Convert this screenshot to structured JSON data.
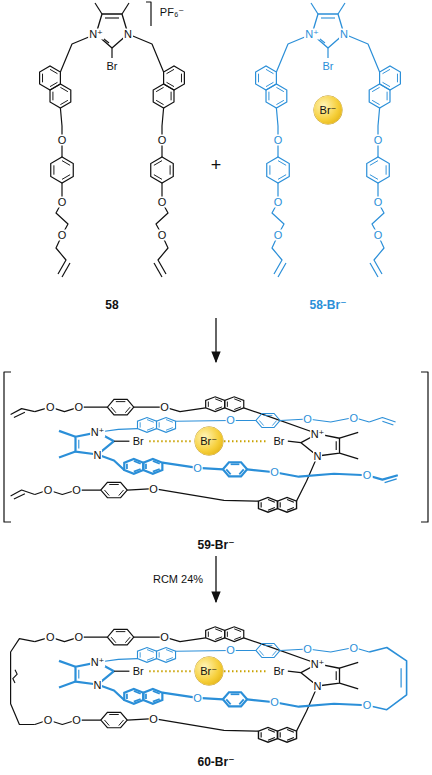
{
  "diagram": {
    "nodes": [
      {
        "text": [
          "Br⁻"
        ]
      },
      {
        "text": [
          "Br⁻"
        ]
      },
      {
        "text": [
          "Br⁻"
        ]
      }
    ],
    "labels": [
      "N⁺",
      "N",
      "Br",
      "PF₆⁻",
      "O",
      "O",
      "O",
      "O",
      "O",
      "O",
      "58",
      "N⁺",
      "N",
      "Br",
      "O",
      "O",
      "O",
      "O",
      "O",
      "O",
      "58-Br⁻",
      "+",
      "O",
      "O",
      "O",
      "O",
      "O",
      "O",
      "O",
      "O",
      "O",
      "O",
      "O",
      "O",
      "N⁺",
      "N",
      "Br",
      "Br",
      "N⁺",
      "N",
      "59-Br⁻",
      "RCM 24%",
      "O",
      "O",
      "O",
      "O",
      "O",
      "O",
      "O",
      "O",
      "O",
      "O",
      "O",
      "O",
      "N⁺",
      "N",
      "Br",
      "Br",
      "N⁺",
      "N",
      "60-Br⁻"
    ]
  }
}
